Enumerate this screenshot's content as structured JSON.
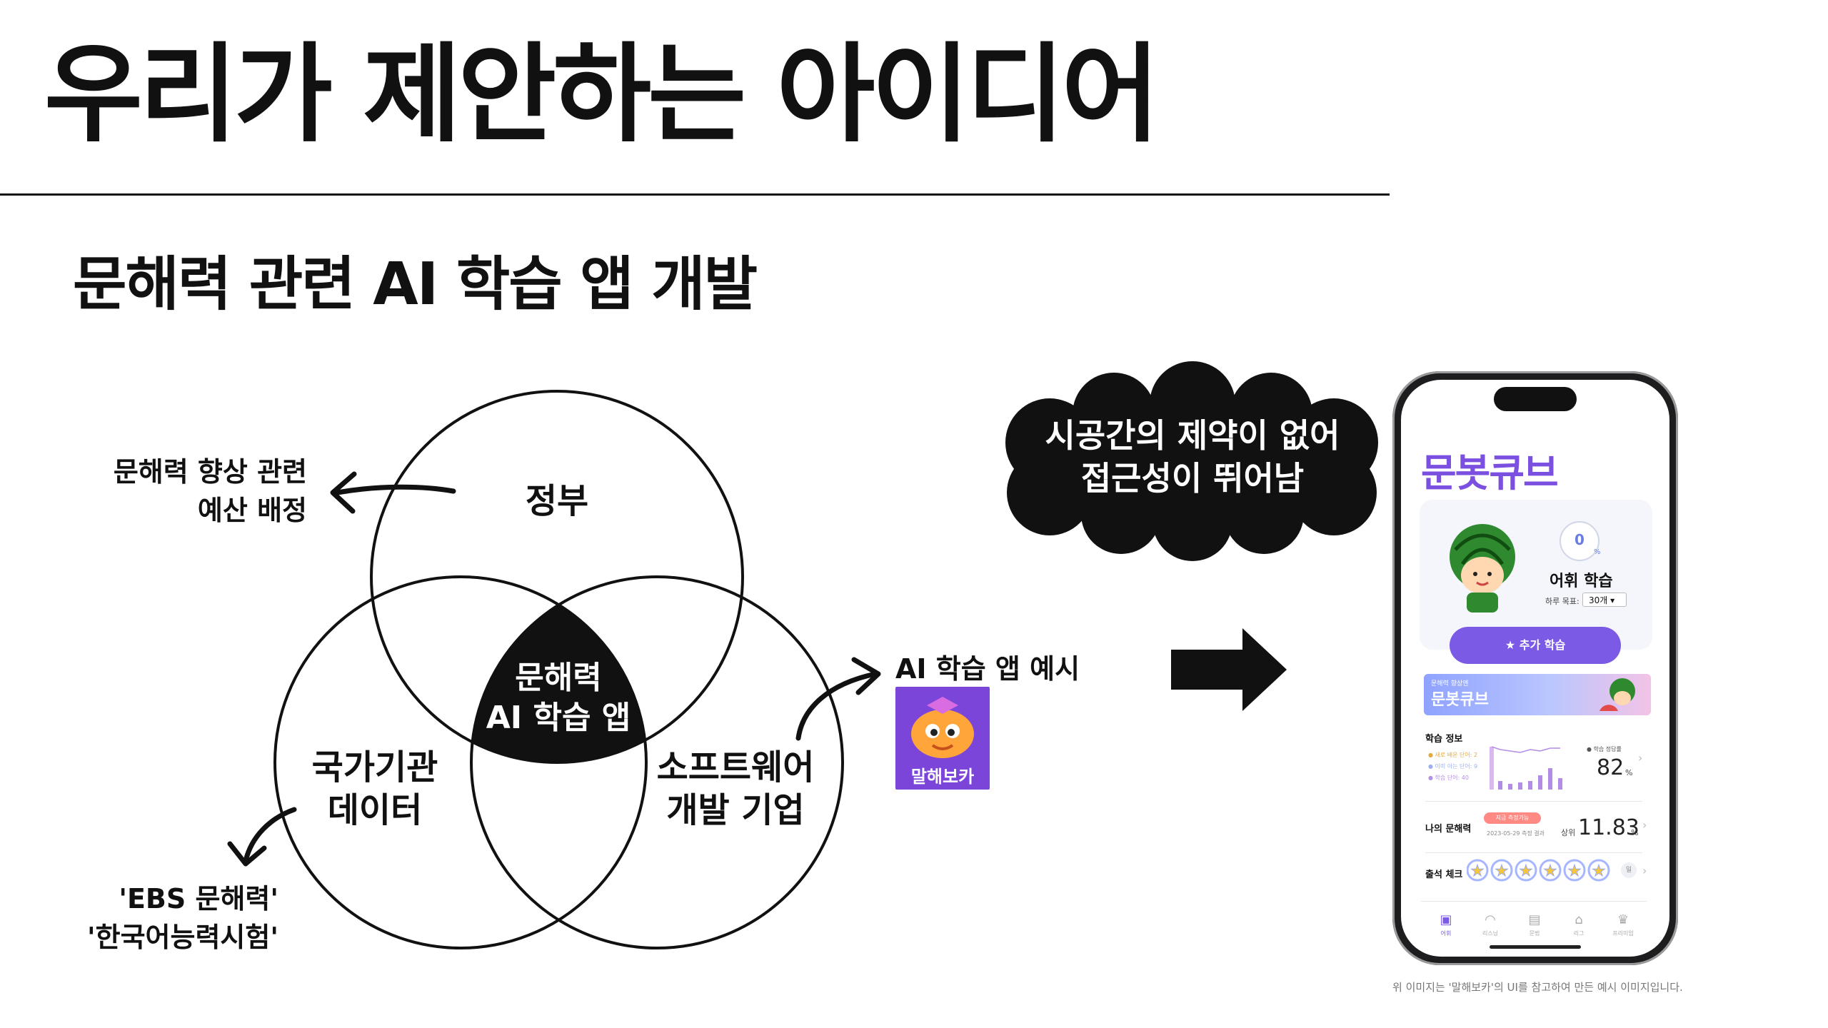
{
  "title": "우리가 제안하는 아이디어",
  "subtitle": "문해력 관련 AI 학습 앱 개발",
  "venn": {
    "top": "정부",
    "left": [
      "국가기관",
      "데이터"
    ],
    "right": [
      "소프트웨어",
      "개발 기업"
    ],
    "center": [
      "문해력",
      "AI 학습 앱"
    ]
  },
  "notes": {
    "government": [
      "문해력 향상 관련",
      "예산 배정"
    ],
    "data": [
      "'EBS 문해력'",
      "'한국어능력시험'"
    ],
    "example": "AI 학습 앱 예시"
  },
  "app_icon_text": "말해보카",
  "cloud": [
    "시공간의 제약이 없어",
    "접근성이 뛰어남"
  ],
  "phone": {
    "app_title": "문봇큐브",
    "ring_value": "0",
    "ring_unit": "%",
    "vocab_title": "어휘 학습",
    "goal_label": "하루 목표:",
    "goal_value": "30개 ▾",
    "add_button": "추가 학습",
    "banner_small": "문해력 향상엔",
    "banner_big": "문봇큐브",
    "study_info": "학습 정보",
    "legend": [
      "새로 배운 단어:  2",
      "이미 아는 단어:  9",
      "학습 단어:  40"
    ],
    "accuracy_label": "학습 정답률",
    "accuracy_value": "82",
    "accuracy_unit": "%",
    "literacy_title": "나의 문해력",
    "literacy_badge": "지금 측정가능",
    "literacy_date": "2023-05-29 측정 결과",
    "rank_label": "상위",
    "rank_value": "11.83",
    "rank_unit": "%",
    "attendance": "출석 체크",
    "attendance_day": "일",
    "nav": [
      "어휘",
      "리스닝",
      "문법",
      "리그",
      "프리미엄"
    ]
  },
  "caption": "위 이미지는 '말해보카'의 UI를 참고하여 만든 예시 이미지입니다."
}
